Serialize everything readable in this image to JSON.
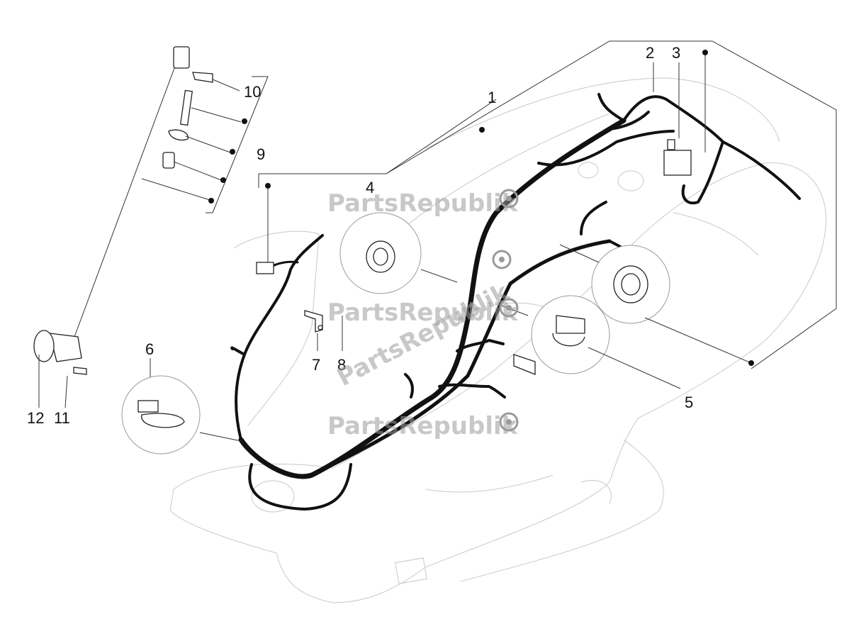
{
  "callouts": [
    {
      "id": "1",
      "label": "1"
    },
    {
      "id": "2",
      "label": "2"
    },
    {
      "id": "3",
      "label": "3"
    },
    {
      "id": "4",
      "label": "4"
    },
    {
      "id": "5",
      "label": "5"
    },
    {
      "id": "6",
      "label": "6"
    },
    {
      "id": "7",
      "label": "7"
    },
    {
      "id": "8",
      "label": "8"
    },
    {
      "id": "9",
      "label": "9"
    },
    {
      "id": "10",
      "label": "10"
    },
    {
      "id": "11",
      "label": "11"
    },
    {
      "id": "12",
      "label": "12"
    }
  ],
  "watermark": {
    "text": "PartsRepublik",
    "icon": "gear-icon"
  },
  "colors": {
    "ink": "#111111",
    "ghost": "#c9c9c9",
    "watermark": "#9a9a9a"
  }
}
